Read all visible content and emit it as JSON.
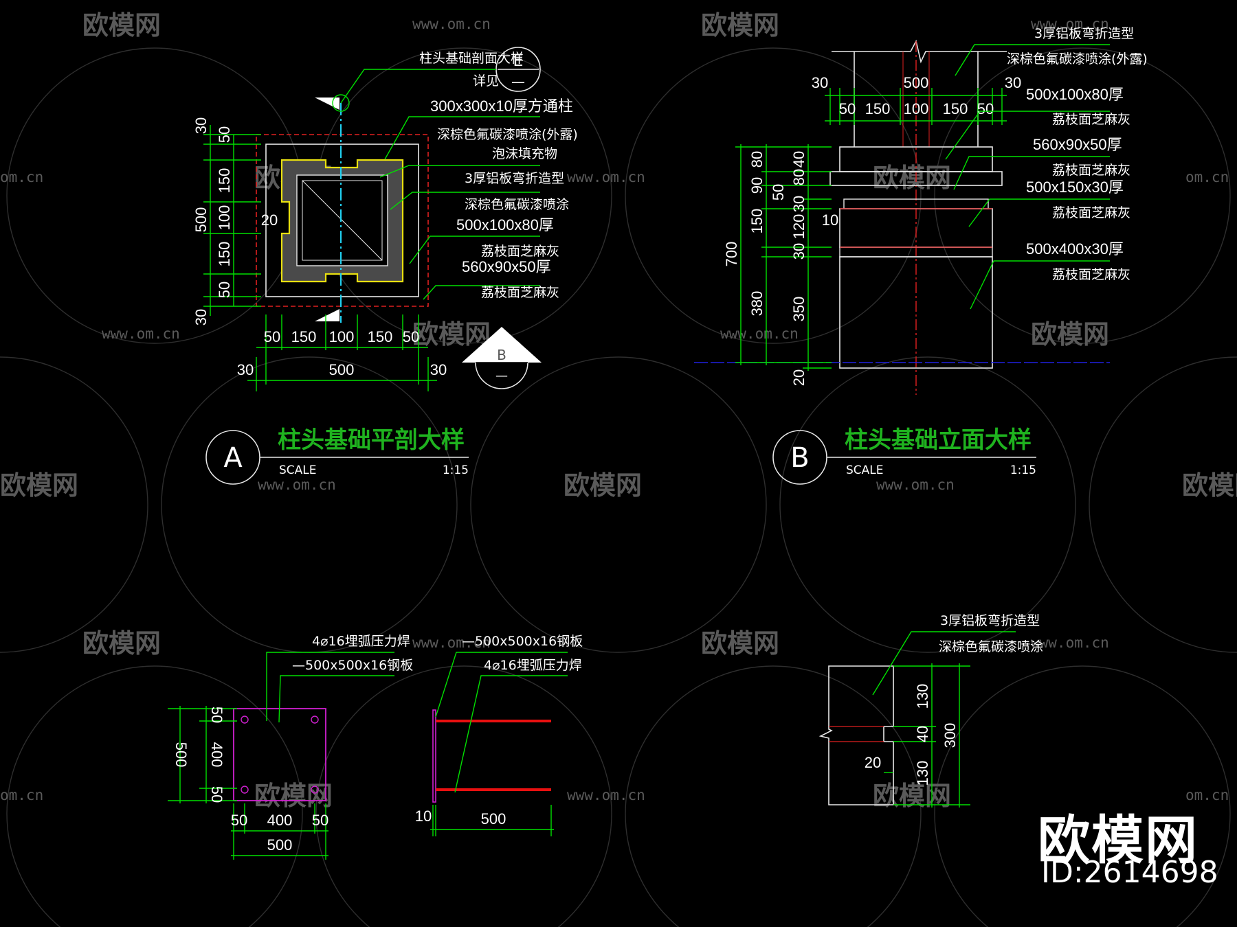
{
  "watermark": {
    "brand": "欧模网",
    "url": "www.om.cn",
    "url_cut": "om.cn"
  },
  "brand_corner": {
    "name": "欧模网",
    "id": "ID:2614698"
  },
  "detail_A": {
    "marker": "A",
    "title": "柱头基础平剖大样",
    "scale_label": "SCALE",
    "scale": "1:15",
    "ref_marker_top": "E",
    "ref_marker_bottom": "—",
    "section_marker_top": "B",
    "section_marker_bottom": "—",
    "labels": [
      "柱头基础剖面大样",
      "详见",
      "300x300x10厚方通柱",
      "深棕色氟碳漆喷涂(外露)",
      "泡沫填充物",
      "3厚铝板弯折造型",
      "深棕色氟碳漆喷涂",
      "500x100x80厚",
      "荔枝面芝麻灰",
      "560x90x50厚",
      "荔枝面芝麻灰"
    ],
    "dims_bottom": [
      "50",
      "150",
      "100",
      "150",
      "50"
    ],
    "dim_total": "500",
    "dim_side_left": "30",
    "dim_side_right": "30",
    "dims_left": [
      "30",
      "50",
      "150",
      "100",
      "150",
      "50",
      "30"
    ],
    "dim_left_total": "500",
    "dim_inner": "20"
  },
  "detail_B": {
    "marker": "B",
    "title": "柱头基础立面大样",
    "scale_label": "SCALE",
    "scale": "1:15",
    "labels": [
      "3厚铝板弯折造型",
      "深棕色氟碳漆喷涂(外露)",
      "500x100x80厚",
      "荔枝面芝麻灰",
      "560x90x50厚",
      "荔枝面芝麻灰",
      "500x150x30厚",
      "荔枝面芝麻灰",
      "500x400x30厚",
      "荔枝面芝麻灰"
    ],
    "dims_top": [
      "50",
      "150",
      "100",
      "150",
      "50"
    ],
    "dim_top_total": "500",
    "dim_top_left": "30",
    "dim_top_right": "30",
    "dims_left_outer": [
      "80",
      "90",
      "150",
      "380"
    ],
    "dim_left_total": "700",
    "dims_left_inner": [
      "40",
      "80",
      "50",
      "30",
      "120",
      "30",
      "350",
      "20"
    ],
    "dim_inner": "10"
  },
  "detail_plate_plan": {
    "labels": [
      "4⌀16埋弧压力焊",
      "—500x500x16钢板"
    ],
    "dims_left": [
      "50",
      "400",
      "50"
    ],
    "dim_left_total": "500",
    "dims_bottom": [
      "50",
      "400",
      "50"
    ],
    "dim_bottom_total": "500"
  },
  "detail_plate_section": {
    "labels": [
      "—500x500x16钢板",
      "4⌀16埋弧压力焊"
    ],
    "dim_thickness": "10",
    "dim_length": "500"
  },
  "detail_cap": {
    "labels": [
      "3厚铝板弯折造型",
      "深棕色氟碳漆喷涂"
    ],
    "dims_right": [
      "130",
      "40",
      "130"
    ],
    "dim_right_total": "300",
    "dim_inner": "20"
  }
}
